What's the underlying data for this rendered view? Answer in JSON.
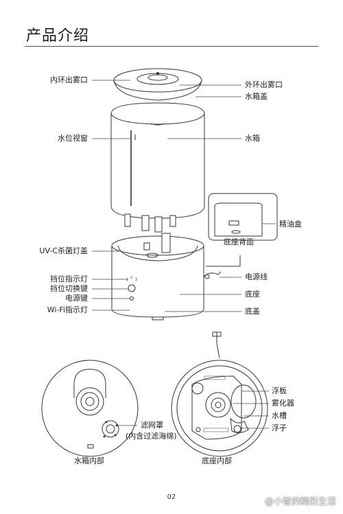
{
  "header": {
    "title": "产品介绍"
  },
  "labels": {
    "inner_mist_outlet": "内环出雾口",
    "outer_mist_outlet": "外环出雾口",
    "tank_lid": "水箱盖",
    "water_window": "水位视窗",
    "water_tank": "水箱",
    "aroma_box": "精油盒",
    "base_back": "底座背面",
    "uvc_lamp_cover": "UV-C杀菌灯盖",
    "gear_indicator": "挡位指示灯",
    "gear_switch": "挡位切换键",
    "power_key": "电源键",
    "wifi_indicator": "Wi-Fi指示灯",
    "power_cord": "电源线",
    "base": "底座",
    "bottom_cover": "底盖",
    "float_plate": "浮板",
    "atomizer": "雾化器",
    "water_trough": "水槽",
    "float": "浮子",
    "filter_cover": "滤网罩",
    "filter_note": "(内含过滤海绵)",
    "tank_inside": "水箱内部",
    "base_inside": "底座内部"
  },
  "footer": {
    "page_number": "02",
    "watermark": "@小智的精彩生活"
  }
}
